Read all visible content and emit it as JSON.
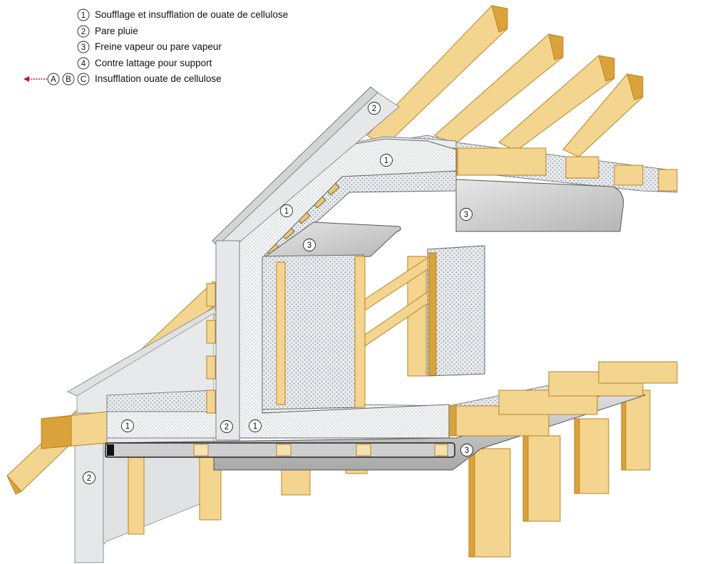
{
  "legend": {
    "items": [
      {
        "marker": "1",
        "label": "Soufflage et insufflation de ouate de cellulose"
      },
      {
        "marker": "2",
        "label": "Pare pluie"
      },
      {
        "marker": "3",
        "label": "Freine vapeur ou pare vapeur"
      },
      {
        "marker": "4",
        "label": "Contre lattage pour support"
      }
    ],
    "injection": {
      "markers": [
        "A",
        "B",
        "C"
      ],
      "label": "Insufflation ouate de cellulose"
    }
  },
  "callouts": {
    "cellulose": "1",
    "rain_barrier": "2",
    "vapour_barrier": "3"
  },
  "colors": {
    "timber": "#f3d58f",
    "timber_dark": "#d9a23a",
    "timber_edge": "#c78c1e",
    "board": "#e4e5e6",
    "board_shadow": "#cfd1d3",
    "cellulose": "#eeeeee",
    "cellulose_dots": "#a9b0b6",
    "membrane": "#c9c9c9",
    "arrow": "#c0142b"
  }
}
